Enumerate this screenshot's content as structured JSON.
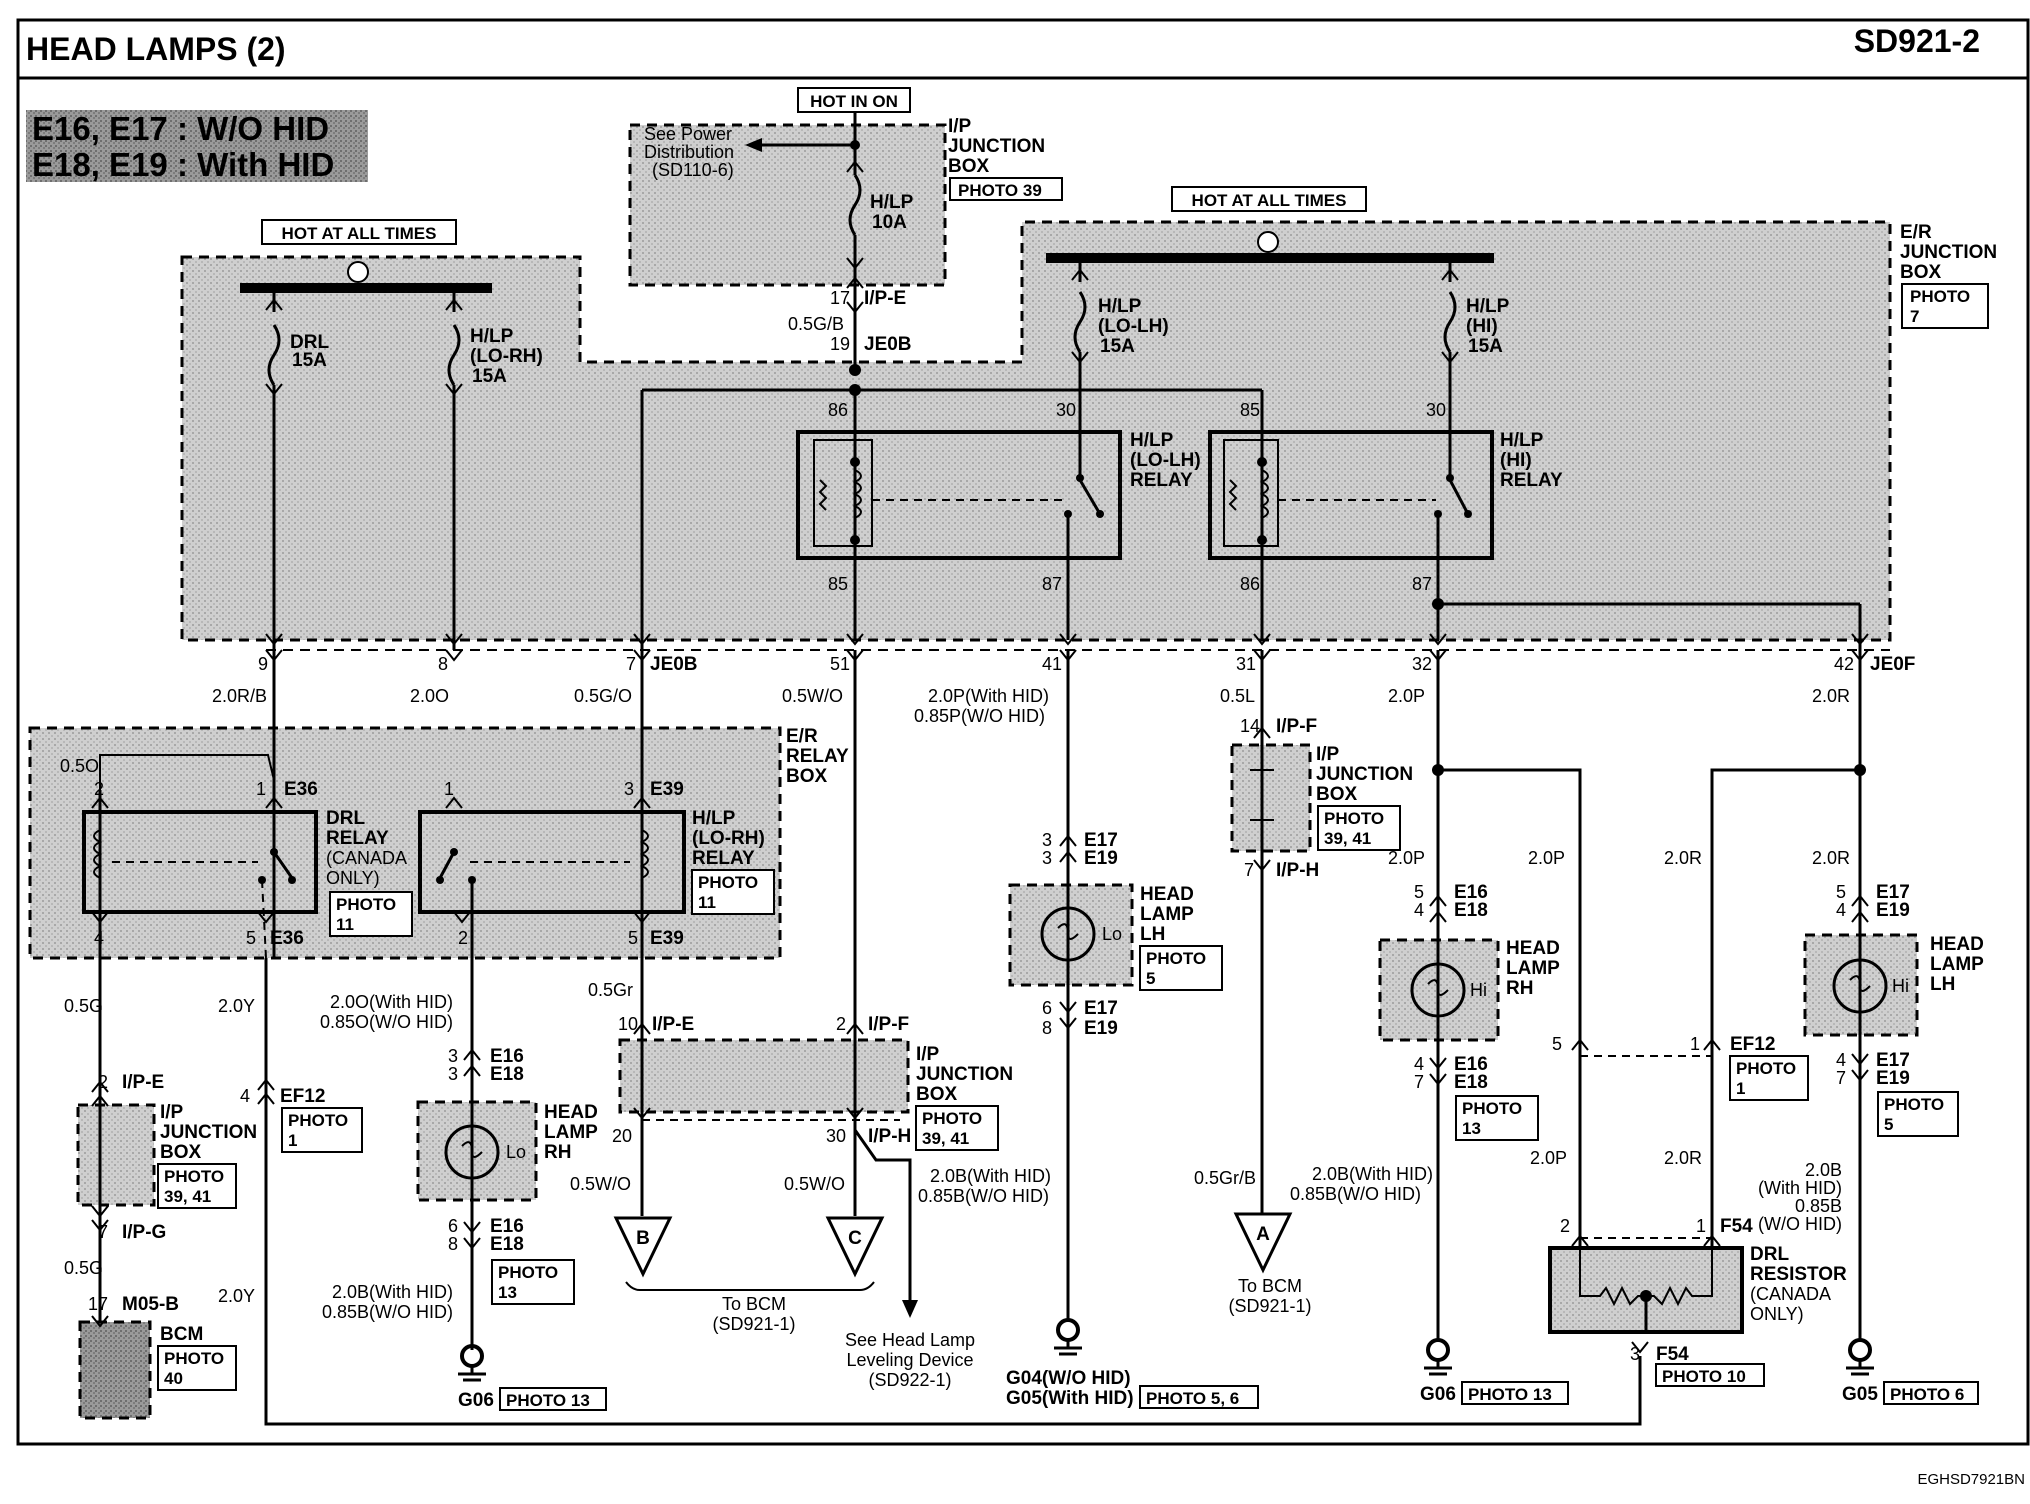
{
  "header": {
    "title": "HEAD LAMPS (2)",
    "code": "SD921-2"
  },
  "legend": {
    "line1": "E16, E17 : W/O HID",
    "line2": "E18, E19 : With HID"
  },
  "footer_code": "EGHSD7921BN",
  "hot_labels": {
    "ip": "HOT IN ON",
    "left": "HOT AT ALL TIMES",
    "right": "HOT AT ALL TIMES"
  },
  "ip_box": {
    "lines": [
      "I/P",
      "JUNCTION",
      "BOX"
    ],
    "photo": "PHOTO 39",
    "see_power": [
      "See Power",
      "Distribution",
      "(SD110-6)"
    ],
    "fuse": [
      "H/LP",
      "10A"
    ],
    "pin_top": "17",
    "conn_top": "I/P-E",
    "wire": "0.5G/B",
    "pin_je": "19",
    "conn_je": "JE0B"
  },
  "er_box": {
    "lines": [
      "E/R",
      "JUNCTION",
      "BOX"
    ],
    "photo": [
      "PHOTO",
      "7"
    ]
  },
  "fuses": {
    "drl": [
      "DRL",
      "15A"
    ],
    "lo_rh": [
      "H/LP",
      "(LO-RH)",
      "15A"
    ],
    "lo_lh": [
      "H/LP",
      "(LO-LH)",
      "15A"
    ],
    "hi": [
      "H/LP",
      "(HI)",
      "15A"
    ]
  },
  "relays": {
    "lo_lh": {
      "label": [
        "H/LP",
        "(LO-LH)",
        "RELAY"
      ],
      "pins": [
        "86",
        "30",
        "85",
        "87"
      ]
    },
    "hi": {
      "label": [
        "H/LP",
        "(HI)",
        "RELAY"
      ],
      "pins": [
        "85",
        "30",
        "86",
        "87"
      ]
    }
  },
  "er_out": {
    "pins": [
      "9",
      "8",
      "7",
      "51",
      "41",
      "31",
      "32",
      "42"
    ],
    "conns": [
      "JE0B",
      "JE0F"
    ],
    "wires": [
      "2.0R/B",
      "2.0O",
      "0.5G/O",
      "0.5W/O",
      "2.0P(With HID)",
      "0.85P(W/O HID)",
      "0.5L",
      "2.0P",
      "2.0R"
    ]
  },
  "er_relay_box": {
    "lines": [
      "E/R",
      "RELAY",
      "BOX"
    ],
    "drl": {
      "label": [
        "DRL",
        "RELAY",
        "(CANADA",
        "ONLY)"
      ],
      "photo": [
        "PHOTO",
        "11"
      ],
      "wire": "0.5O",
      "pins": [
        "2",
        "1",
        "4",
        "5"
      ],
      "conns": [
        "E36",
        "E36"
      ]
    },
    "lorh": {
      "label": [
        "H/LP",
        "(LO-RH)",
        "RELAY"
      ],
      "photo": [
        "PHOTO",
        "11"
      ],
      "pins": [
        "1",
        "3",
        "2",
        "5"
      ],
      "conns": [
        "E39",
        "E39"
      ]
    }
  },
  "left_col": {
    "wire1": "0.5G",
    "wire2": "2.0Y",
    "pin_ipe": "2",
    "conn_ipe": "I/P-E",
    "ip_box": [
      "I/P",
      "JUNCTION",
      "BOX"
    ],
    "ip_photo": [
      "PHOTO",
      "39, 41"
    ],
    "pin_ipg": "7",
    "conn_ipg": "I/P-G",
    "wire3": "0.5G",
    "wire4": "2.0Y",
    "pin_m05": "17",
    "conn_m05": "M05-B",
    "bcm": "BCM",
    "bcm_photo": [
      "PHOTO",
      "40"
    ],
    "pin_ef12": "4",
    "conn_ef12": "EF12",
    "ef12_photo": [
      "PHOTO",
      "1"
    ]
  },
  "lamp_rh_lo": {
    "wire_top": [
      "2.0O(With HID)",
      "0.85O(W/O HID)"
    ],
    "pins_top": [
      "3",
      "3"
    ],
    "conns_top": [
      "E16",
      "E18"
    ],
    "label": [
      "HEAD",
      "LAMP",
      "RH"
    ],
    "mark": "Lo",
    "pins_bot": [
      "6",
      "8"
    ],
    "conns_bot": [
      "E16",
      "E18"
    ],
    "photo": [
      "PHOTO",
      "13"
    ],
    "wire_bot": [
      "2.0B(With HID)",
      "0.85B(W/O HID)"
    ],
    "ground": "G06",
    "ground_photo": "PHOTO 13"
  },
  "mid_ip": {
    "wire_gr": "0.5Gr",
    "pin_e": "10",
    "conn_e": "I/P-E",
    "pin_f": "2",
    "conn_f": "I/P-F",
    "box": [
      "I/P",
      "JUNCTION",
      "BOX"
    ],
    "photo": [
      "PHOTO",
      "39, 41"
    ],
    "pin_20": "20",
    "pin_30": "30",
    "conn_h": "I/P-H",
    "wire_b": "0.5W/O",
    "wire_c": "0.5W/O",
    "wire_level": [
      "2.0B(With HID)",
      "0.85B(W/O HID)"
    ],
    "conn_b": "B",
    "conn_c": "C",
    "to_bcm": [
      "To BCM",
      "(SD921-1)"
    ],
    "see_level": [
      "See Head Lamp",
      "Leveling Device",
      "(SD922-1)"
    ]
  },
  "lamp_lh_lo": {
    "pins_top": [
      "3",
      "3"
    ],
    "conns_top": [
      "E17",
      "E19"
    ],
    "label": [
      "HEAD",
      "LAMP",
      "LH"
    ],
    "mark": "Lo",
    "photo": [
      "PHOTO",
      "5"
    ],
    "pins_bot": [
      "6",
      "8"
    ],
    "conns_bot": [
      "E17",
      "E19"
    ],
    "ground": [
      "G04(W/O HID)",
      "G05(With HID)"
    ],
    "ground_photo": "PHOTO 5, 6"
  },
  "right_ip": {
    "pin_f": "14",
    "conn_f": "I/P-F",
    "box": [
      "I/P",
      "JUNCTION",
      "BOX"
    ],
    "photo": [
      "PHOTO",
      "39, 41"
    ],
    "pin_h": "7",
    "conn_h": "I/P-H",
    "wire": "0.5Gr/B",
    "wire_hid": [
      "2.0B(With HID)",
      "0.85B(W/O HID)"
    ],
    "conn_a": "A",
    "to_bcm": [
      "To BCM",
      "(SD921-1)"
    ]
  },
  "lamp_rh_hi": {
    "wire": "2.0P",
    "pins_top": [
      "5",
      "4"
    ],
    "conns_top": [
      "E16",
      "E18"
    ],
    "label": [
      "HEAD",
      "LAMP",
      "RH"
    ],
    "mark": "Hi",
    "pins_bot": [
      "4",
      "7"
    ],
    "conns_bot": [
      "E16",
      "E18"
    ],
    "photo": [
      "PHOTO",
      "13"
    ],
    "ground": "G06",
    "ground_photo": "PHOTO 13"
  },
  "drl_resistor": {
    "wire_p1": "2.0P",
    "wire_r1": "2.0R",
    "wire_p2": "2.0P",
    "wire_r2": "2.0R",
    "pin_5": "5",
    "pin_1": "1",
    "conn_ef12": "EF12",
    "ef12_photo": [
      "PHOTO",
      "1"
    ],
    "pin_2": "2",
    "pin_1b": "1",
    "conn_f54": "F54",
    "label": [
      "DRL",
      "RESISTOR",
      "(CANADA",
      "ONLY)"
    ],
    "pin_3": "3",
    "conn_f54b": "F54",
    "photo": "PHOTO 10"
  },
  "lamp_lh_hi": {
    "wire": "2.0R",
    "pins_top": [
      "5",
      "4"
    ],
    "conns_top": [
      "E17",
      "E19"
    ],
    "label": [
      "HEAD",
      "LAMP",
      "LH"
    ],
    "mark": "Hi",
    "pins_bot": [
      "4",
      "7"
    ],
    "conns_bot": [
      "E17",
      "E19"
    ],
    "photo": [
      "PHOTO",
      "5"
    ],
    "wire_bot": [
      "2.0B",
      "(With HID)",
      "0.85B",
      "(W/O HID)"
    ],
    "ground": "G05",
    "ground_photo": "PHOTO 6"
  }
}
